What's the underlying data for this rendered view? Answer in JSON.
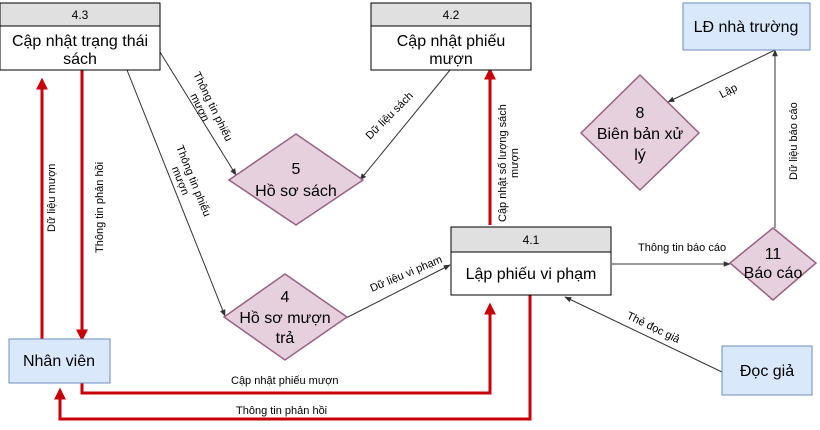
{
  "processes": {
    "p43": {
      "id": "4.3",
      "line1": "Cập nhật trạng thái",
      "line2": "sách"
    },
    "p42": {
      "id": "4.2",
      "line1": "Cập nhật phiếu",
      "line2": "mượn"
    },
    "p41": {
      "id": "4.1",
      "line1": "Lập phiếu vi phạm"
    }
  },
  "entities": {
    "ld": "LĐ nhà trường",
    "nv": "Nhân viên",
    "dg": "Đọc giả"
  },
  "stores": {
    "s8": {
      "num": "8",
      "line1": "Biên bản xử",
      "line2": "lý"
    },
    "s5": {
      "num": "5",
      "line1": "Hồ sơ sách"
    },
    "s4": {
      "num": "4",
      "line1": "Hồ sơ mượn",
      "line2": "trả"
    },
    "s11": {
      "num": "11",
      "line1": "Báo cáo"
    }
  },
  "flows": {
    "lap": "Lập",
    "du_lieu_bao_cao": "Dữ liệu báo cáo",
    "thong_tin_phieu_muon_a": "Thông tin phiếu",
    "thong_tin_phieu_muon_a2": "mượn",
    "thong_tin_phieu_muon_b": "Thông tin phiếu",
    "thong_tin_phieu_muon_b2": "mượn",
    "du_lieu_sach": "Dữ liệu sách",
    "cap_nhat_so_luong_a": "Cập nhật số lượng sách",
    "cap_nhat_so_luong_b": "mượn",
    "du_lieu_muon": "Dữ liệu mượn",
    "thong_tin_phan_hoi_v": "Thông tin phản hồi",
    "du_lieu_vi_pham": "Dữ liệu vi phạm",
    "thong_tin_bao_cao": "Thông tin báo cáo",
    "the_doc_gia": "Thẻ đọc giả",
    "cap_nhat_phieu_muon": "Cập nhật phiếu mượn",
    "thong_tin_phan_hoi_h": "Thông tin phản hồi"
  },
  "colors": {
    "thick_arrow": "#c8000a",
    "entity_fill": "#dae8fc",
    "store_fill": "#e6d0de",
    "process_header": "#e0e0e0"
  }
}
